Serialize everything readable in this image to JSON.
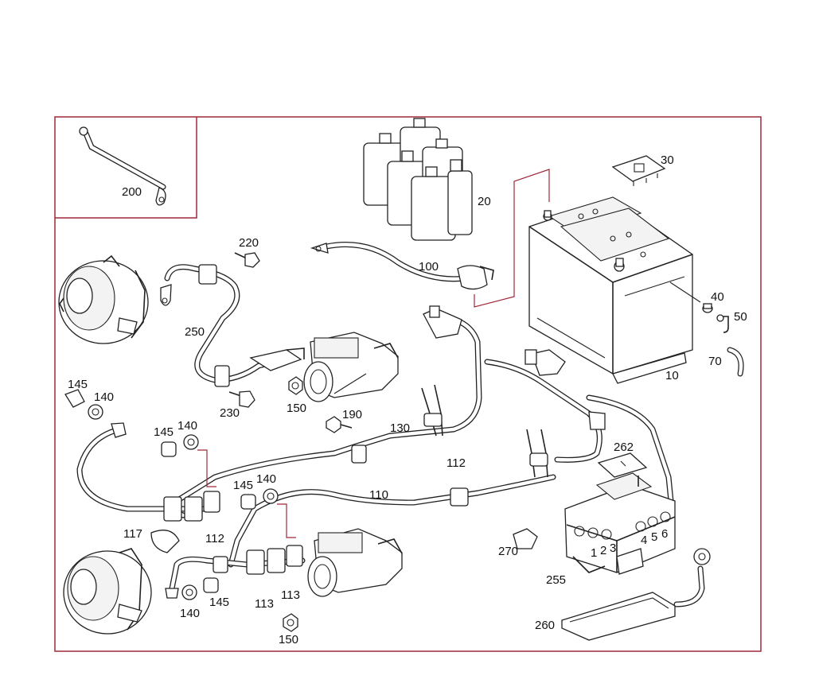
{
  "callouts": [
    {
      "id": "c200",
      "text": "200"
    },
    {
      "id": "c220",
      "text": "220"
    },
    {
      "id": "c250",
      "text": "250"
    },
    {
      "id": "c230",
      "text": "230"
    },
    {
      "id": "c145a",
      "text": "145"
    },
    {
      "id": "c140a",
      "text": "140"
    },
    {
      "id": "c145b",
      "text": "145"
    },
    {
      "id": "c140b",
      "text": "140"
    },
    {
      "id": "c150a",
      "text": "150"
    },
    {
      "id": "c190",
      "text": "190"
    },
    {
      "id": "c130",
      "text": "130"
    },
    {
      "id": "c100",
      "text": "100"
    },
    {
      "id": "c20",
      "text": "20"
    },
    {
      "id": "c30",
      "text": "30"
    },
    {
      "id": "c40",
      "text": "40"
    },
    {
      "id": "c50",
      "text": "50"
    },
    {
      "id": "c70",
      "text": "70"
    },
    {
      "id": "c10",
      "text": "10"
    },
    {
      "id": "c262",
      "text": "262"
    },
    {
      "id": "c112a",
      "text": "112"
    },
    {
      "id": "c110",
      "text": "110"
    },
    {
      "id": "c145c",
      "text": "145"
    },
    {
      "id": "c140c",
      "text": "140"
    },
    {
      "id": "c117",
      "text": "117"
    },
    {
      "id": "c112b",
      "text": "112"
    },
    {
      "id": "c113a",
      "text": "113"
    },
    {
      "id": "c113b",
      "text": "113"
    },
    {
      "id": "c140d",
      "text": "140"
    },
    {
      "id": "c145d",
      "text": "145"
    },
    {
      "id": "c150b",
      "text": "150"
    },
    {
      "id": "c270",
      "text": "270"
    },
    {
      "id": "c255",
      "text": "255"
    },
    {
      "id": "c260",
      "text": "260"
    }
  ],
  "fuse_numbers": [
    "1",
    "2",
    "3",
    "4",
    "5",
    "6"
  ],
  "colors": {
    "frame": "#a0283a",
    "ink": "#222222"
  }
}
